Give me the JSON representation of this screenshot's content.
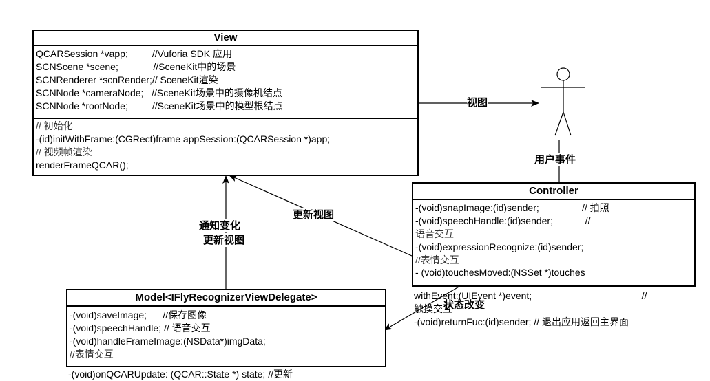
{
  "view": {
    "title": "View",
    "attributes": [
      "QCARSession *vapp;         //Vuforia SDK 应用",
      "SCNScene *scene;             //SceneKit中的场景",
      "SCNRenderer *scnRender;// SceneKit渲染",
      "SCNNode *cameraNode;   //SceneKit场景中的摄像机结点",
      "SCNNode *rootNode;         //SceneKit场景中的模型根结点"
    ],
    "methods": [
      "// 初始化",
      "-(id)initWithFrame:(CGRect)frame appSession:(QCARSession *)app;",
      "// 视频帧渲染",
      "renderFrameQCAR();"
    ]
  },
  "controller": {
    "title": "Controller",
    "methods": [
      "-(void)snapImage:(id)sender;                // 拍照",
      "-(void)speechHandle:(id)sender;            //",
      "语音交互",
      "-(void)expressionRecognize:(id)sender;",
      "//表情交互",
      "- (void)touchesMoved:(NSSet *)touches"
    ],
    "overflow": [
      "withEvent:(UIEvent *)event;                                         //",
      "触摸交互",
      "-(void)returnFuc:(id)sender; // 退出应用返回主界面"
    ]
  },
  "model": {
    "title": "Model<IFlyRecognizerViewDelegate>",
    "methods": [
      "-(void)saveImage;      //保存图像",
      "-(void)speechHandle; // 语音交互",
      "-(void)handleFrameImage:(NSData*)imgData;",
      "//表情交互"
    ],
    "overflow": [
      "-(void)onQCARUpdate: (QCAR::State *) state; //更新"
    ]
  },
  "labels": {
    "view_to_user": "视图",
    "user_event": "用户事件",
    "update_view": "更新视图",
    "notify_change": "通知变化",
    "notify_update": "更新视图",
    "state_change": "状态改变"
  }
}
